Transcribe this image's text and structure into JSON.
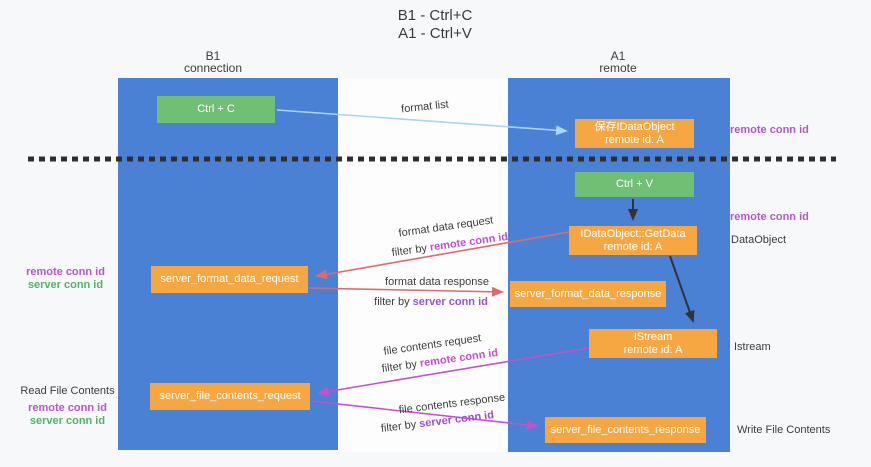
{
  "title": {
    "line1": "B1 - Ctrl+C",
    "line2": "A1 - Ctrl+V"
  },
  "lanes": {
    "left": {
      "name": "B1",
      "role": "connection"
    },
    "right": {
      "name": "A1",
      "role": "remote"
    }
  },
  "nodes": {
    "ctrl_c": {
      "label": "Ctrl + C"
    },
    "ctrl_v": {
      "label": "Ctrl + V"
    },
    "save_idataobject": {
      "line1": "保存IDataObject",
      "line2": "remote id: A"
    },
    "getdata": {
      "line1": "IDataObject::GetData",
      "line2": "remote id: A"
    },
    "istream": {
      "line1": "IStream",
      "line2": "remote id: A"
    },
    "format_request": {
      "label": "server_format_data_request"
    },
    "format_response": {
      "label": "server_format_data_response"
    },
    "file_request": {
      "label": "server_file_contents_request"
    },
    "file_response": {
      "label": "server_file_contents_response"
    }
  },
  "side_labels": {
    "remote_conn_id_top_right": "remote conn id",
    "remote_conn_id_mid_right": "remote conn id",
    "dataobject": "DataObject",
    "istream": "Istream",
    "write_file_contents": "Write File Contents",
    "read_file_contents": "Read File Contents",
    "remote_conn_id_left_1": "remote conn id",
    "server_conn_id_left_1": "server conn id",
    "remote_conn_id_left_2": "remote conn id",
    "server_conn_id_left_2": "server conn id"
  },
  "arrow_labels": {
    "format_list": "format list",
    "format_data_request": "format data request",
    "format_data_response": "format data response",
    "file_contents_request": "file contents request",
    "file_contents_response": "file contents response",
    "filter_by": "filter by ",
    "remote_conn_id": "remote conn id",
    "server_conn_id": "server conn id"
  },
  "colors": {
    "lane_blue": "#4a81d4",
    "box_green": "#70bf74",
    "box_orange": "#f6a742",
    "arrow_blue": "#a9d4f3",
    "arrow_black": "#333333",
    "arrow_red": "#dd6b6b",
    "arrow_magenta": "#c94fc9",
    "dashed_line": "#2e2e2e",
    "remote_conn_purple": "#b358c6",
    "server_conn_green": "#56b167",
    "filter_remote_magenta": "#c24fd2",
    "filter_server_violet": "#9b50d6"
  }
}
